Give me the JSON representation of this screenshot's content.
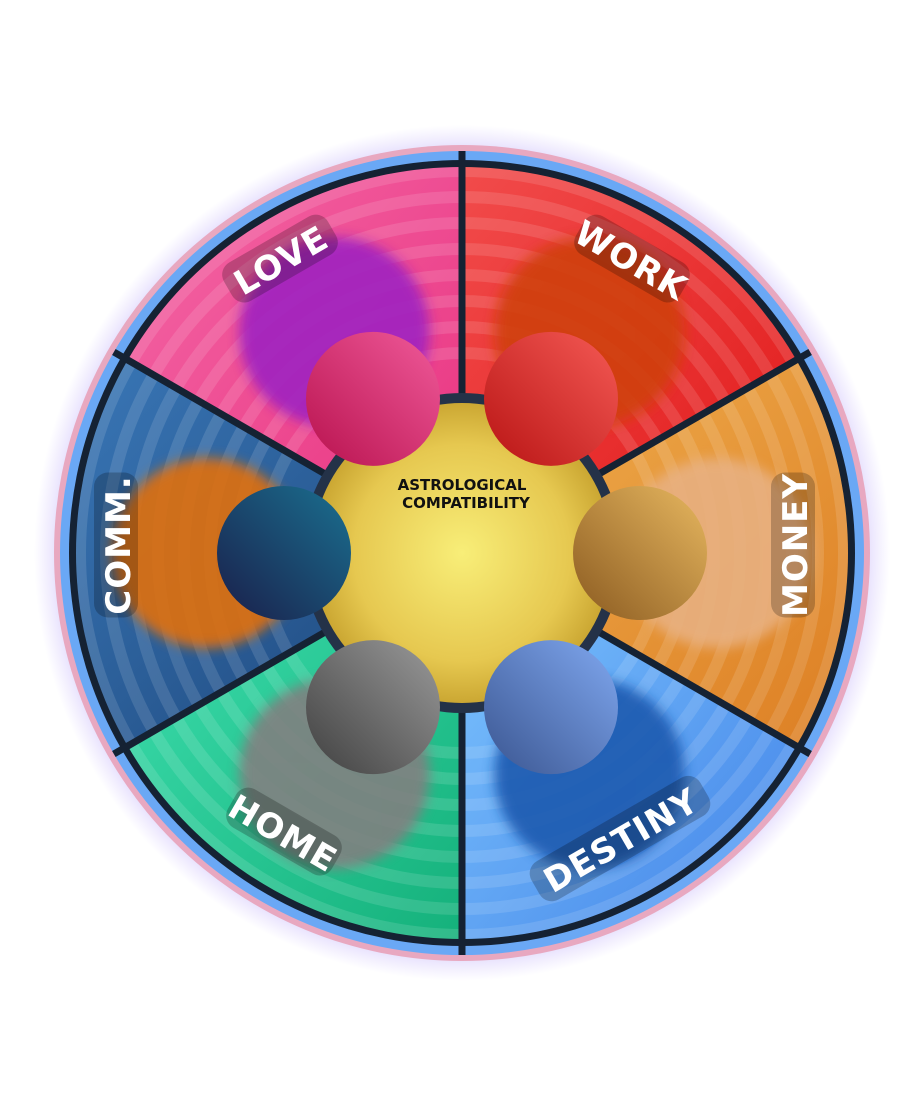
{
  "center": {
    "line1": "ASTROLOGICAL",
    "line2": "COMPATIBILITY"
  },
  "sectors": [
    {
      "label": "LOVE",
      "color": "#e8327f",
      "color2": "#f56aa8",
      "ball": [
        "#b8124e",
        "#f05a9a"
      ],
      "planet": "#a020c0"
    },
    {
      "label": "WORK",
      "color": "#e01818",
      "color2": "#f24c4c",
      "ball": [
        "#b81414",
        "#f55a55"
      ],
      "planet": "#d04010"
    },
    {
      "label": "MONEY",
      "color": "#dc7d22",
      "color2": "#f0b050",
      "ball": [
        "#8a5a20",
        "#e8b860"
      ],
      "planet": "#e8b080"
    },
    {
      "label": "DESTINY",
      "color": "#3f7fe6",
      "color2": "#7ec6ff",
      "ball": [
        "#3a5590",
        "#80a8f0"
      ],
      "planet": "#1a5ab0"
    },
    {
      "label": "HOME",
      "color": "#14b07a",
      "color2": "#3fe0b0",
      "ball": [
        "#404040",
        "#9a9a9a"
      ],
      "planet": "#808080"
    },
    {
      "label": "COMM.",
      "color": "#1c4478",
      "color2": "#3a78b8",
      "ball": [
        "#1a1e4a",
        "#1a7090"
      ],
      "planet": "#e07010"
    }
  ]
}
